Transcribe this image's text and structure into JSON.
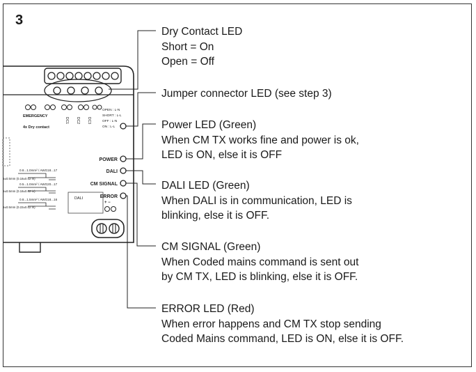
{
  "step_number": "3",
  "device": {
    "left_group_label": "EMERGENCY",
    "dry_contact_label": "4x Dry contact",
    "dc_labels": [
      "DC1",
      "DC2",
      "DC3"
    ],
    "mode_legend": [
      "OPEN : L-N",
      "SHORT : L-L",
      "OFF : L-N",
      "ON : L-L"
    ],
    "led_labels": {
      "power": "POWER",
      "dali": "DALI",
      "cm_signal": "CM SIGNAL",
      "error": "ERROR"
    },
    "wire_specs": [
      {
        "gauge": "0.8...1.0mm² / AWG18...17",
        "strip": "5±0.5mm (0.18±0.02 in)"
      },
      {
        "gauge": "0.5...1.0mm² / AWG20...17",
        "strip": "5±0.5mm (0.18±0.02 in)"
      },
      {
        "gauge": "0.8...1.5mm² / AWG18...16",
        "strip": "5±0.5mm (0.22±0.02 in)"
      }
    ],
    "dali_bus_label": "DALI",
    "polarity": "+  −"
  },
  "callouts": {
    "dry_contact": {
      "title": "Dry Contact LED",
      "lines": [
        "Short = On",
        "Open = Off"
      ]
    },
    "jumper": {
      "title": "Jumper connector LED (see step 3)"
    },
    "power": {
      "title": "Power LED (Green)",
      "lines": [
        "When CM TX works fine and power is ok,",
        "LED is ON, else it is OFF"
      ]
    },
    "dali": {
      "title": "DALI LED (Green)",
      "lines": [
        "When DALI is in communication, LED is",
        "blinking, else it is OFF."
      ]
    },
    "cm_signal": {
      "title": "CM SIGNAL (Green)",
      "lines": [
        "When Coded mains command is sent out",
        "by CM TX, LED is blinking, else it is OFF."
      ]
    },
    "error": {
      "title": "ERROR LED (Red)",
      "lines": [
        "When error happens and CM TX stop sending",
        "Coded Mains command, LED is ON, else it is OFF."
      ]
    }
  }
}
